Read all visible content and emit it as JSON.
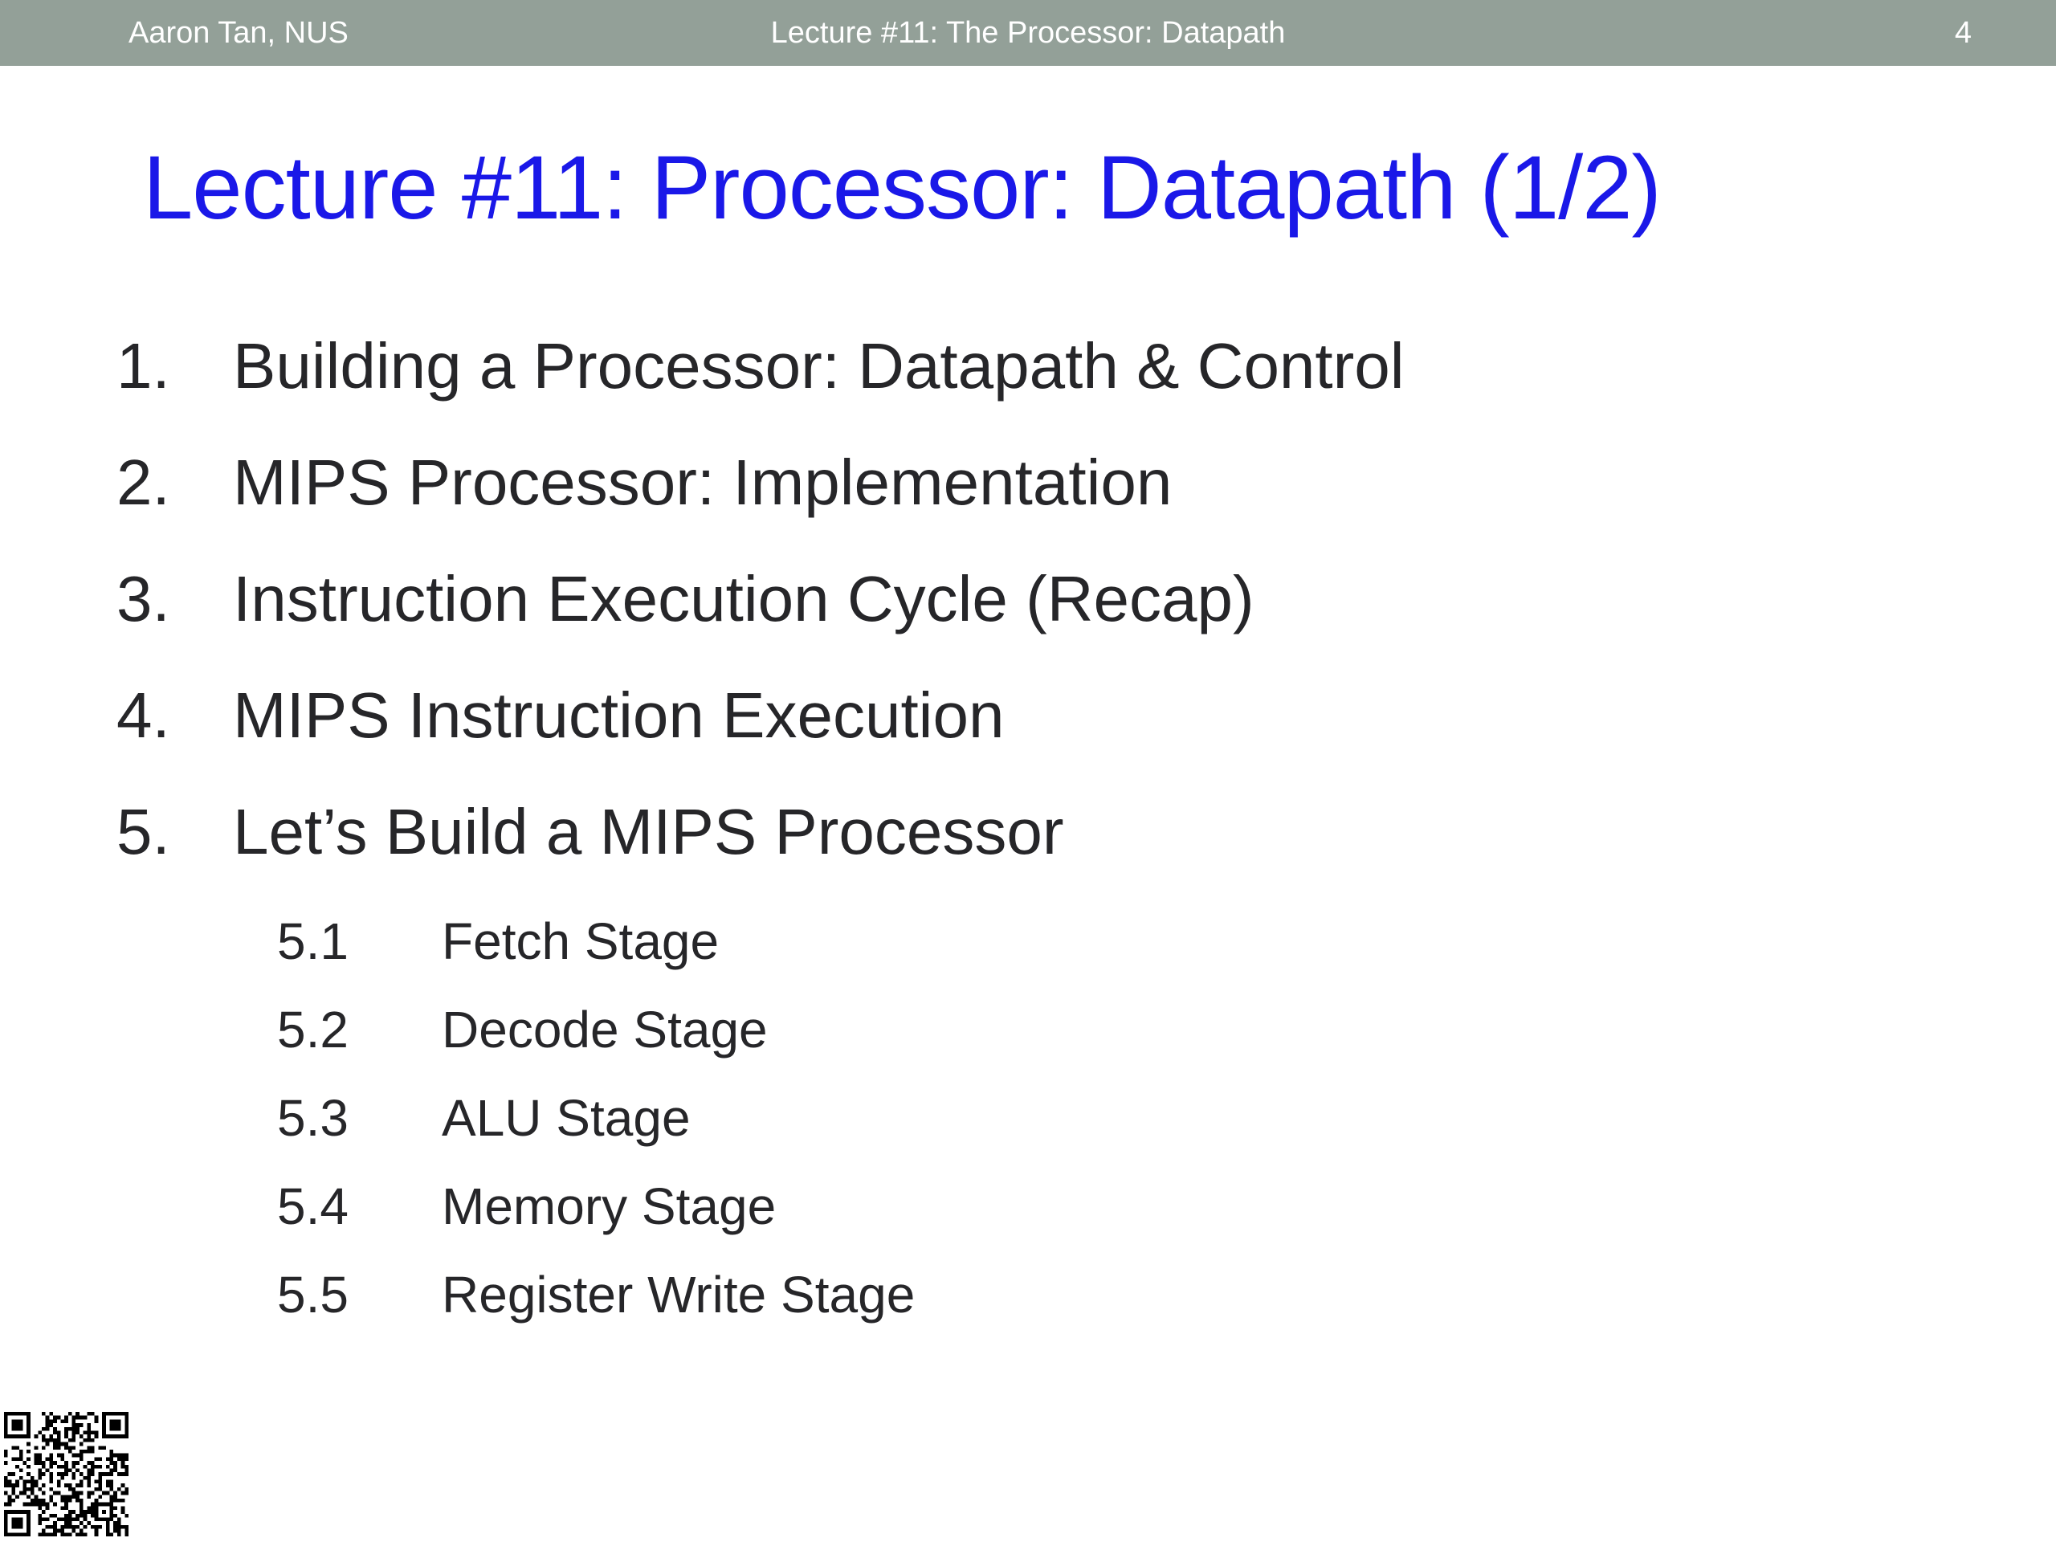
{
  "header": {
    "author": "Aaron Tan, NUS",
    "center_title": "Lecture #11: The Processor: Datapath",
    "page_number": "4",
    "bar_color": "#93a098",
    "text_color": "#ffffff"
  },
  "title": {
    "text": "Lecture #11: Processor: Datapath (1/2)",
    "color": "#1a18e8"
  },
  "outline": {
    "text_color": "#262629",
    "items": [
      {
        "number": "1.",
        "label": "Building a Processor: Datapath & Control"
      },
      {
        "number": "2.",
        "label": "MIPS Processor: Implementation"
      },
      {
        "number": "3.",
        "label": "Instruction Execution Cycle (Recap)"
      },
      {
        "number": "4.",
        "label": "MIPS Instruction Execution"
      },
      {
        "number": "5.",
        "label": "Let’s Build a MIPS Processor"
      }
    ],
    "subitems": [
      {
        "number": "5.1",
        "label": "Fetch Stage"
      },
      {
        "number": "5.2",
        "label": "Decode Stage"
      },
      {
        "number": "5.3",
        "label": "ALU Stage"
      },
      {
        "number": "5.4",
        "label": "Memory Stage"
      },
      {
        "number": "5.5",
        "label": "Register Write Stage"
      }
    ]
  },
  "qr_code": {
    "icon": "qr-code-icon",
    "color": "#000000"
  }
}
